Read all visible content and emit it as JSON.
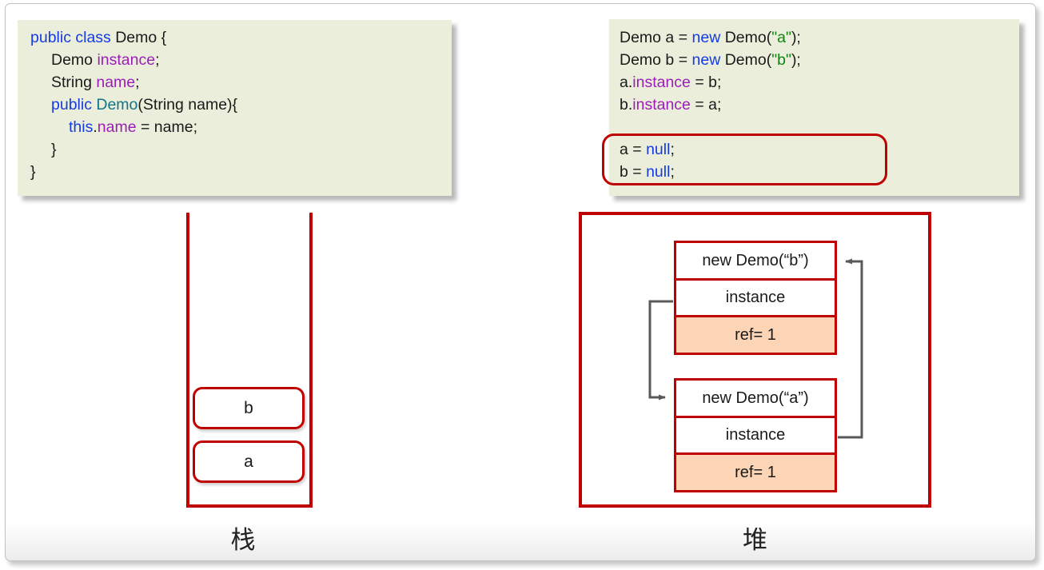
{
  "colors": {
    "red": "#c00000",
    "peach": "#fbd5b5",
    "arrow": "#595959",
    "code_bg": "#eaeedb",
    "keyword": "#163be0",
    "field": "#9b1eb8",
    "type": "#127488",
    "string": "#128212",
    "code_text": "#1a1a1a"
  },
  "code_left": {
    "lines": [
      {
        "tokens": [
          {
            "t": "public class ",
            "c": "keyword"
          },
          {
            "t": "Demo {"
          }
        ]
      },
      {
        "tokens": [
          {
            "t": "Demo "
          },
          {
            "t": "instance",
            "c": "field"
          },
          {
            "t": ";"
          }
        ]
      },
      {
        "tokens": [
          {
            "t": "String "
          },
          {
            "t": "name",
            "c": "field"
          },
          {
            "t": ";"
          }
        ]
      },
      {
        "tokens": [
          {
            "t": "public ",
            "c": "keyword"
          },
          {
            "t": "Demo",
            "c": "type"
          },
          {
            "t": "(String name){"
          }
        ]
      },
      {
        "tokens": [
          {
            "t": "this",
            "c": "keyword"
          },
          {
            "t": "."
          },
          {
            "t": "name",
            "c": "field"
          },
          {
            "t": " = name;"
          }
        ]
      },
      {
        "tokens": [
          {
            "t": "}"
          }
        ]
      },
      {
        "tokens": [
          {
            "t": "}"
          }
        ]
      }
    ]
  },
  "code_right": {
    "lines": [
      {
        "tokens": [
          {
            "t": "Demo a = "
          },
          {
            "t": "new",
            "c": "keyword"
          },
          {
            "t": " Demo("
          },
          {
            "t": "\"a\"",
            "c": "string"
          },
          {
            "t": ");"
          }
        ]
      },
      {
        "tokens": [
          {
            "t": "Demo b = "
          },
          {
            "t": "new",
            "c": "keyword"
          },
          {
            "t": " Demo("
          },
          {
            "t": "\"b\"",
            "c": "string"
          },
          {
            "t": ");"
          }
        ]
      },
      {
        "tokens": [
          {
            "t": "a."
          },
          {
            "t": "instance",
            "c": "field"
          },
          {
            "t": " = b;"
          }
        ]
      },
      {
        "tokens": [
          {
            "t": "b."
          },
          {
            "t": "instance",
            "c": "field"
          },
          {
            "t": " = a;"
          }
        ]
      },
      {
        "tokens": []
      },
      {
        "tokens": [
          {
            "t": "a = "
          },
          {
            "t": "null",
            "c": "keyword"
          },
          {
            "t": ";"
          }
        ]
      },
      {
        "tokens": [
          {
            "t": "b = "
          },
          {
            "t": "null",
            "c": "keyword"
          },
          {
            "t": ";"
          }
        ]
      }
    ]
  },
  "stack": {
    "label": "栈",
    "slots": [
      "b",
      "a"
    ]
  },
  "heap": {
    "label": "堆",
    "objects": [
      {
        "rows": [
          "new Demo(“b”)",
          "instance",
          "ref= 1"
        ]
      },
      {
        "rows": [
          "new Demo(“a”)",
          "instance",
          "ref= 1"
        ]
      }
    ]
  }
}
